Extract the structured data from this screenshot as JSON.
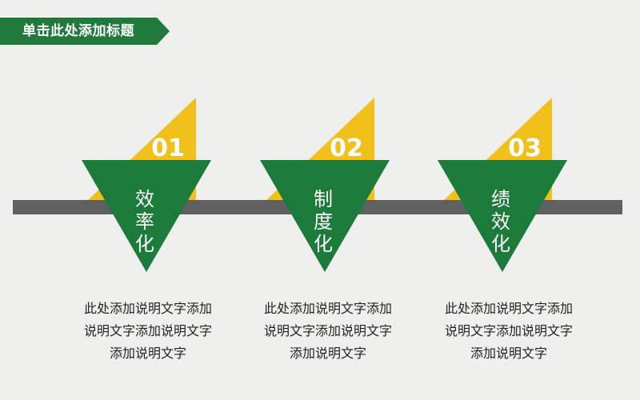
{
  "header": {
    "title": "单击此处添加标题"
  },
  "items": [
    {
      "number": "01",
      "label_chars": [
        "效",
        "率",
        "化"
      ],
      "desc_lines": [
        "此处添加说明文字添加",
        "说明文字添加说明文字",
        "添加说明文字"
      ]
    },
    {
      "number": "02",
      "label_chars": [
        "制",
        "度",
        "化"
      ],
      "desc_lines": [
        "此处添加说明文字添加",
        "说明文字添加说明文字",
        "添加说明文字"
      ]
    },
    {
      "number": "03",
      "label_chars": [
        "绩",
        "效",
        "化"
      ],
      "desc_lines": [
        "此处添加说明文字添加",
        "说明文字添加说明文字",
        "添加说明文字"
      ]
    }
  ],
  "colors": {
    "green": "#1c7a3b",
    "yellow": "#f1c01b",
    "bar": "#606060",
    "background": "#efefee"
  }
}
